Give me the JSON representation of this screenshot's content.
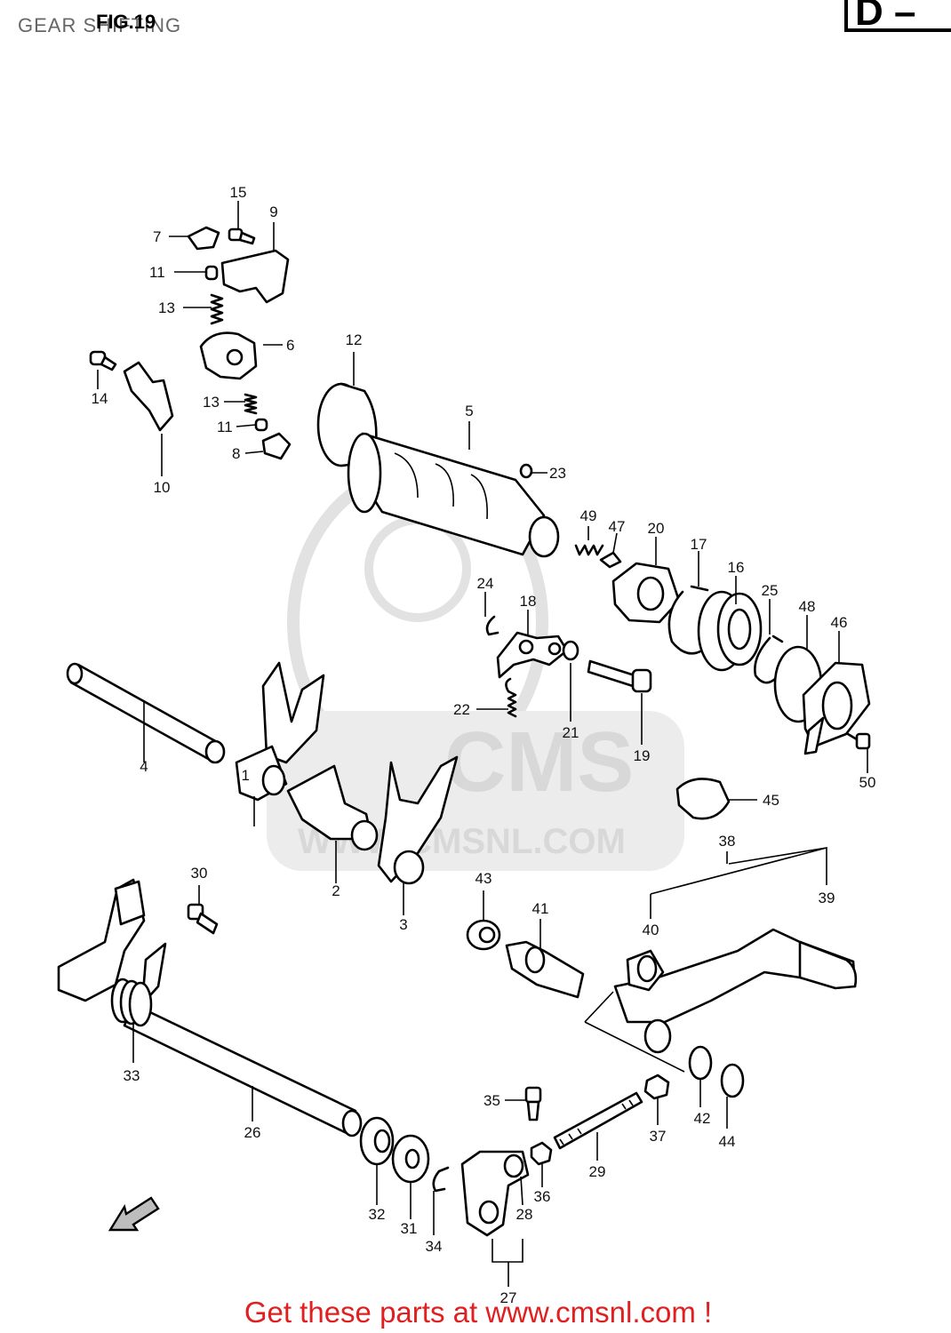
{
  "header": {
    "title": "GEAR SHIFTING",
    "figure": "FIG.19",
    "section": "D –"
  },
  "watermark": {
    "brand": "CMS",
    "url": "WWW.CMSNL.COM"
  },
  "footer": {
    "promo": "Get these parts at www.cmsnl.com !"
  },
  "callouts": {
    "c1": "1",
    "c2": "2",
    "c3": "3",
    "c4": "4",
    "c5": "5",
    "c6": "6",
    "c7": "7",
    "c8": "8",
    "c9": "9",
    "c10": "10",
    "c11a": "11",
    "c11b": "11",
    "c12": "12",
    "c13a": "13",
    "c13b": "13",
    "c14": "14",
    "c15": "15",
    "c16": "16",
    "c17": "17",
    "c18": "18",
    "c19": "19",
    "c20": "20",
    "c21": "21",
    "c22": "22",
    "c23": "23",
    "c24": "24",
    "c25": "25",
    "c26": "26",
    "c27": "27",
    "c28": "28",
    "c29": "29",
    "c30": "30",
    "c31": "31",
    "c32": "32",
    "c33": "33",
    "c34": "34",
    "c35": "35",
    "c36": "36",
    "c37": "37",
    "c38": "38",
    "c39": "39",
    "c40": "40",
    "c41": "41",
    "c42": "42",
    "c43": "43",
    "c44": "44",
    "c45": "45",
    "c46": "46",
    "c47": "47",
    "c48": "48",
    "c49": "49",
    "c50": "50"
  },
  "colors": {
    "promo": "#e02020",
    "watermark": "#d8d8d8",
    "ink": "#000000"
  }
}
